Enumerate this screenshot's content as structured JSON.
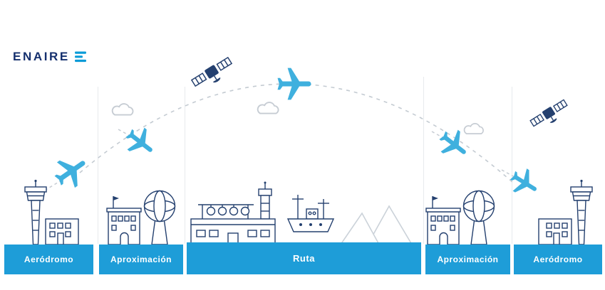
{
  "brand": {
    "name": "ENAIRE",
    "text_color": "#15306E",
    "icon_color": "#0A9BD7"
  },
  "colors": {
    "banner": "#1E9DD8",
    "banner_text": "#FFFFFF",
    "line_art_navy": "#24406F",
    "airplane_cyan": "#3FB0DE",
    "muted_gray": "#C6CCD3"
  },
  "diagram": {
    "phases": [
      {
        "id": "aerodromo-left",
        "label": "Aeródromo"
      },
      {
        "id": "aproximacion-left",
        "label": "Aproximación"
      },
      {
        "id": "ruta",
        "label": "Ruta"
      },
      {
        "id": "aproximacion-right",
        "label": "Aproximación"
      },
      {
        "id": "aerodromo-right",
        "label": "Aeródromo"
      }
    ],
    "icons": [
      "satellite-icon",
      "airplane-icon",
      "cloud-icon",
      "control-tower-icon",
      "radar-dome-icon",
      "terminal-building-icon",
      "ship-icon",
      "mountains-icon",
      "flight-path-arc"
    ]
  }
}
